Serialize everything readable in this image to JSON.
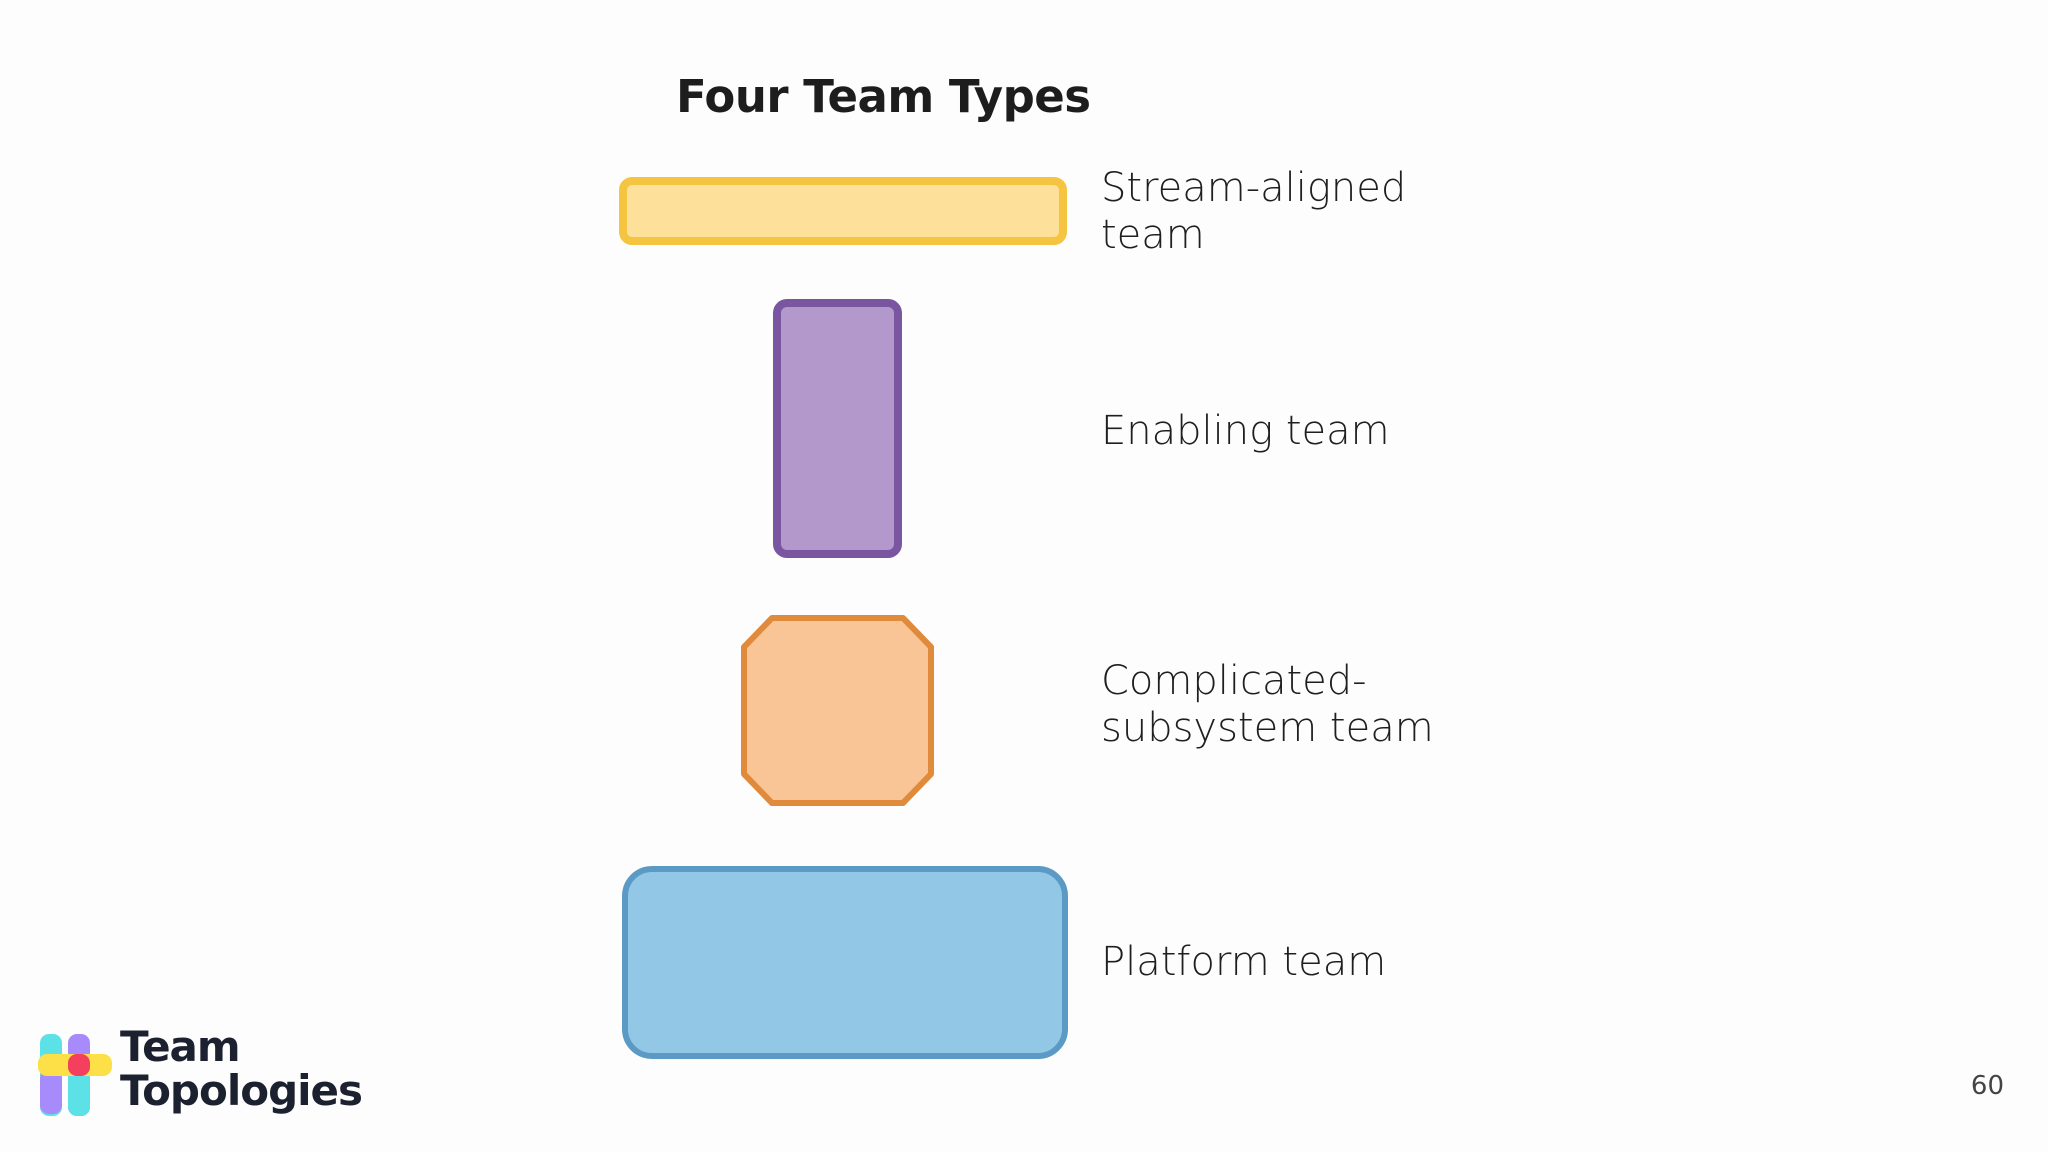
{
  "slide": {
    "title": "Four Team Types",
    "page_number": "60"
  },
  "team_types": [
    {
      "label_line1": "Stream-aligned",
      "label_line2": "team",
      "fill": "#fde19b",
      "stroke": "#f5c542"
    },
    {
      "label_line1": "Enabling team",
      "label_line2": "",
      "fill": "#b399cb",
      "stroke": "#7a56a1"
    },
    {
      "label_line1": "Complicated-",
      "label_line2": "subsystem team",
      "fill": "#fac596",
      "stroke": "#e08a3c"
    },
    {
      "label_line1": "Platform team",
      "label_line2": "",
      "fill": "#92c8e5",
      "stroke": "#5b9ac4"
    }
  ],
  "logo": {
    "line1": "Team",
    "line2": "Topologies",
    "colors": [
      "#5ce1e6",
      "#a78bfa",
      "#fde047",
      "#f43f5e"
    ]
  }
}
